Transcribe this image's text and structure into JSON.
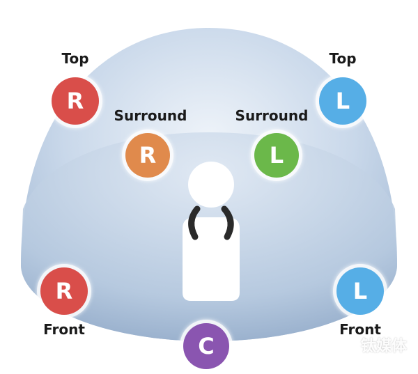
{
  "diagram": {
    "speakers": [
      {
        "id": "top-right",
        "letter": "R",
        "label": "Top",
        "color": "#d94e4a"
      },
      {
        "id": "top-left",
        "letter": "L",
        "label": "Top",
        "color": "#56aee6"
      },
      {
        "id": "surround-right",
        "letter": "R",
        "label": "Surround",
        "color": "#e08a4c"
      },
      {
        "id": "surround-left",
        "letter": "L",
        "label": "Surround",
        "color": "#6bb84a"
      },
      {
        "id": "front-right",
        "letter": "R",
        "label": "Front",
        "color": "#d94e4a"
      },
      {
        "id": "front-left",
        "letter": "L",
        "label": "Front",
        "color": "#56aee6"
      },
      {
        "id": "center",
        "letter": "C",
        "label": "",
        "color": "#8a55b0"
      }
    ],
    "dome_color": "#b9cee4",
    "listener_color": "#ffffff",
    "headphone_color": "#2a2a2a"
  },
  "watermark": {
    "text": "钛媒体"
  }
}
